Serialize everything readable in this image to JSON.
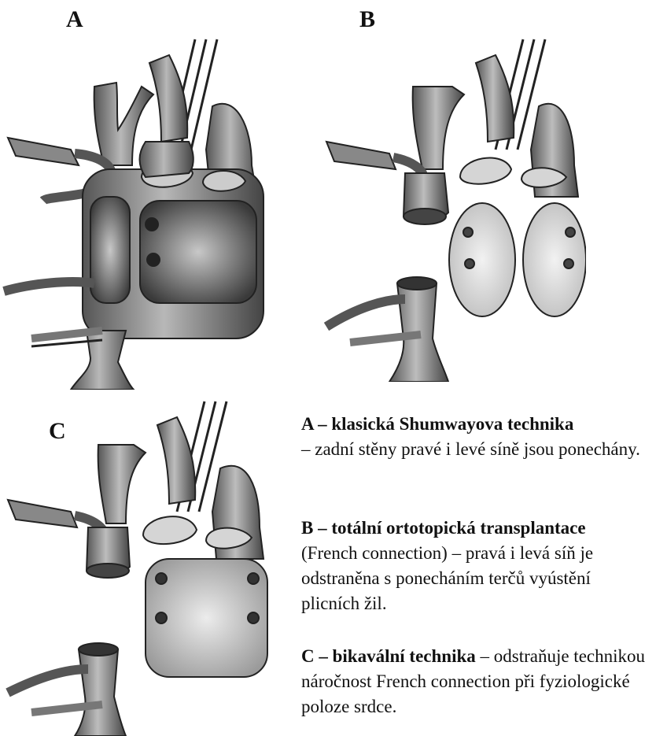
{
  "panels": {
    "a": {
      "letter": "A"
    },
    "b": {
      "letter": "B"
    },
    "c": {
      "letter": "C"
    }
  },
  "legend": [
    {
      "term": "A – klasická Shumwayova technika",
      "description": "– zadní stěny pravé i levé síně jsou ponechány."
    },
    {
      "term": "B – totální ortotopická transplantace",
      "description": "(French connection) – pravá i levá síň je odstraněna s ponecháním terčů vyústění plicních žil."
    },
    {
      "term": "C – bikavální technika",
      "description": "– odstraňuje technikou náročnost French connection při fyziologické poloze srdce."
    }
  ]
}
